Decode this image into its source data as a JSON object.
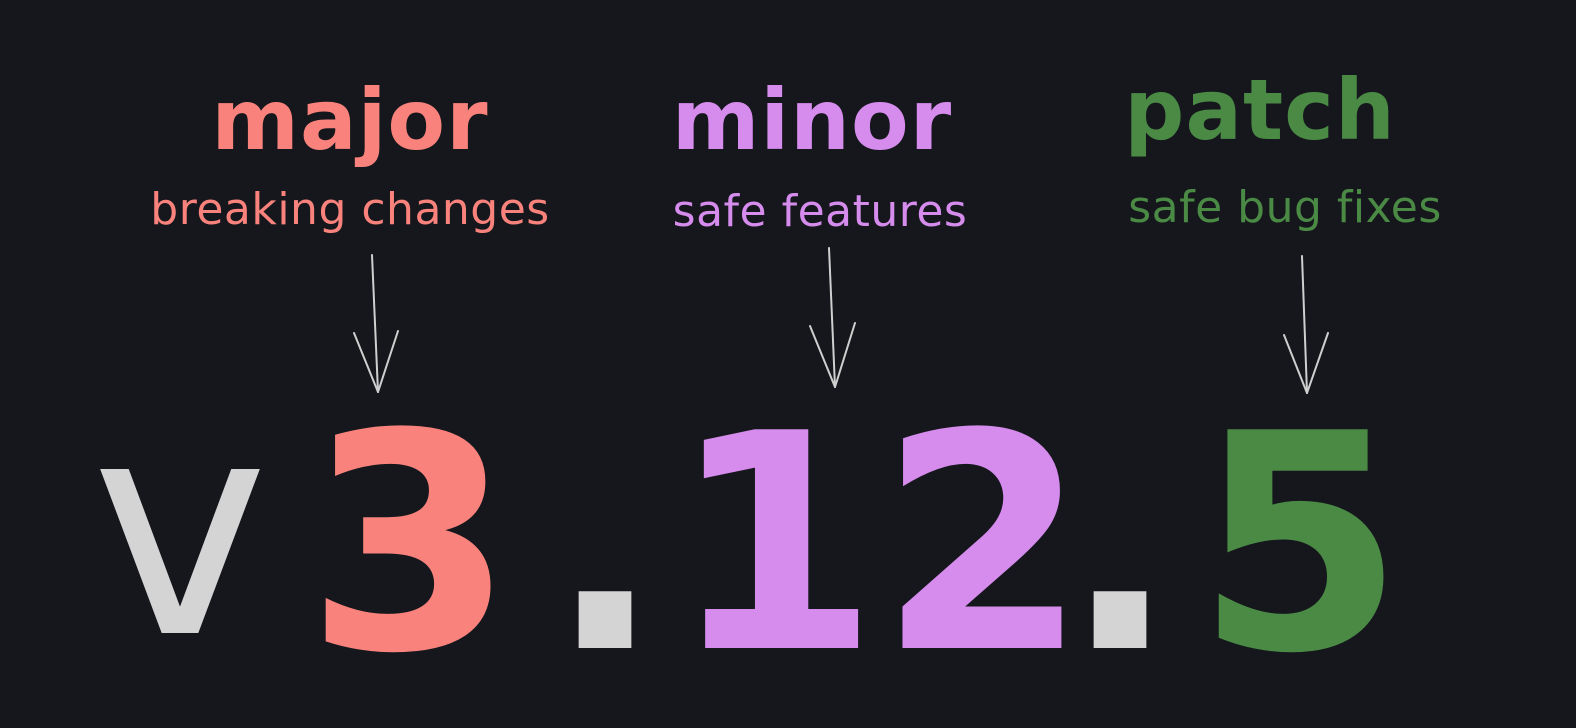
{
  "parts": {
    "major": {
      "title": "major",
      "description": "breaking changes",
      "value": "3",
      "color": "#f9837c"
    },
    "minor": {
      "title": "minor",
      "description": "safe features",
      "value": "12",
      "color": "#d58ced"
    },
    "patch": {
      "title": "patch",
      "description": "safe bug fixes",
      "value": "5",
      "color": "#4a8a45"
    }
  },
  "version": {
    "prefix": "v",
    "separator": ".",
    "color": "#d4d4d4"
  },
  "arrow_color": "#cfcfcf"
}
